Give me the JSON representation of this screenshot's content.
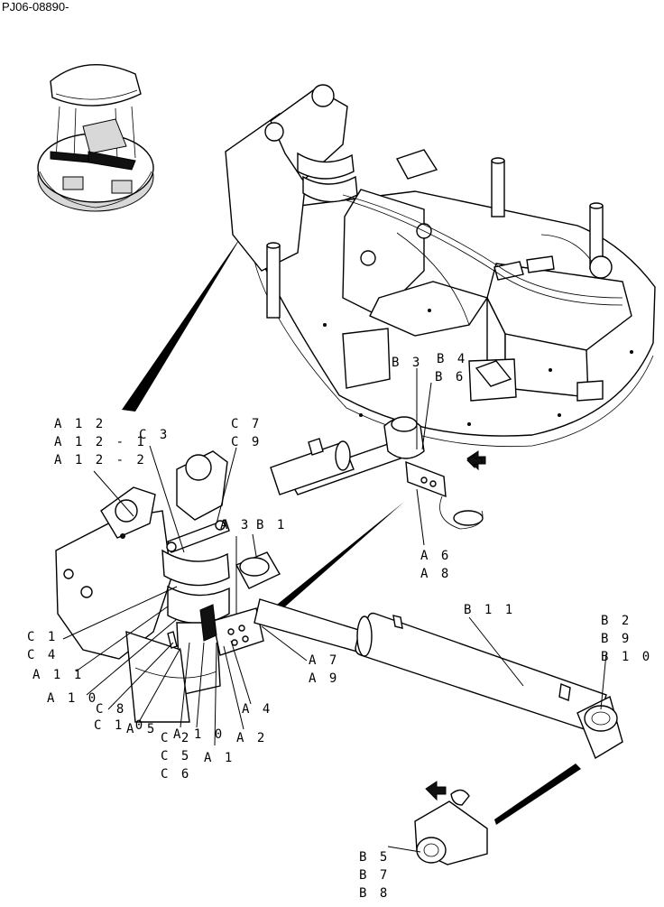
{
  "drawing_code": "PJ06-08890-",
  "callouts": {
    "A12": "A 1 2",
    "A12_1": "A 1 2 - 1",
    "A12_2": "A 1 2 - 2",
    "C3": "C 3",
    "C7": "C 7",
    "C9": "C 9",
    "A3": "A 3",
    "B1": "B 1",
    "B3": "B 3",
    "B4": "B 4",
    "B6": "B 6",
    "A6": "A 6",
    "A8": "A 8",
    "B11": "B 1 1",
    "B2": "B 2",
    "B9": "B 9",
    "B10": "B 1 0",
    "C1": "C 1",
    "C4": "C 4",
    "A11": "A 1 1",
    "A10": "A 1 0",
    "C8": "C 8",
    "C10": "C 1 0",
    "A5": "A 5",
    "C2": "C 2",
    "A1_0": "A 1 0",
    "C5": "C 5",
    "C6": "C 6",
    "A1": "A 1",
    "A2": "A 2",
    "A4": "A 4",
    "A7": "A 7",
    "A9": "A 9",
    "B5": "B 5",
    "B7": "B 7",
    "B8": "B 8"
  }
}
